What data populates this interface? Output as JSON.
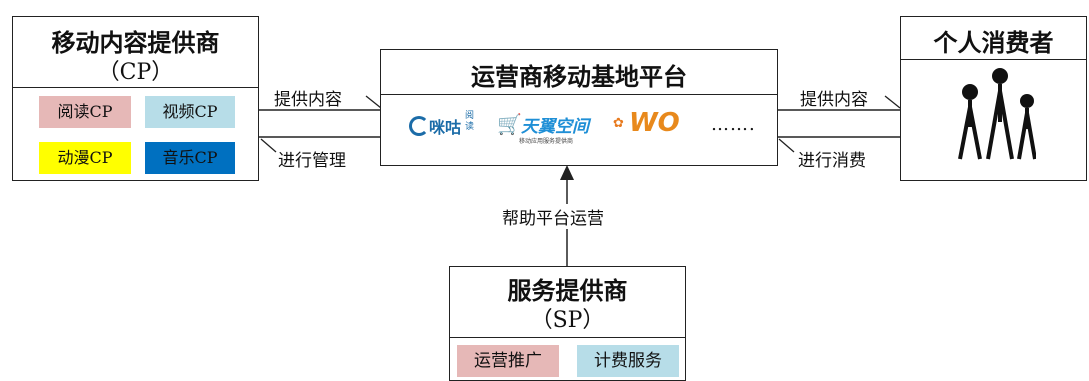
{
  "cp_box": {
    "title": "移动内容提供商",
    "subtitle": "（CP）",
    "chips": [
      {
        "label": "阅读CP",
        "color": "#e6b8b7"
      },
      {
        "label": "视频CP",
        "color": "#b7dde8"
      },
      {
        "label": "动漫CP",
        "color": "#ffff00"
      },
      {
        "label": "音乐CP",
        "color": "#0070c0"
      }
    ]
  },
  "platform_box": {
    "title": "运营商移动基地平台",
    "logos": [
      {
        "icon": "migu-reading-logo",
        "text_main": "咪咕",
        "text_side": "阅读"
      },
      {
        "icon": "tianyi-space-logo",
        "text_main": "天翼空间",
        "text_sub": "移动应用服务提供商"
      },
      {
        "icon": "wo-logo",
        "text_main": "WO"
      }
    ],
    "more": "……."
  },
  "consumer_box": {
    "title": "个人消费者",
    "icon": "people-icon"
  },
  "sp_box": {
    "title": "服务提供商",
    "subtitle": "（SP）",
    "chips": [
      {
        "label": "运营推广",
        "color": "#e6b8b7"
      },
      {
        "label": "计费服务",
        "color": "#b7dde8"
      }
    ]
  },
  "edges": {
    "cp_provide": "提供内容",
    "cp_manage": "进行管理",
    "consumer_provide": "提供内容",
    "consumer_consume": "进行消费",
    "sp_help": "帮助平台运营"
  }
}
